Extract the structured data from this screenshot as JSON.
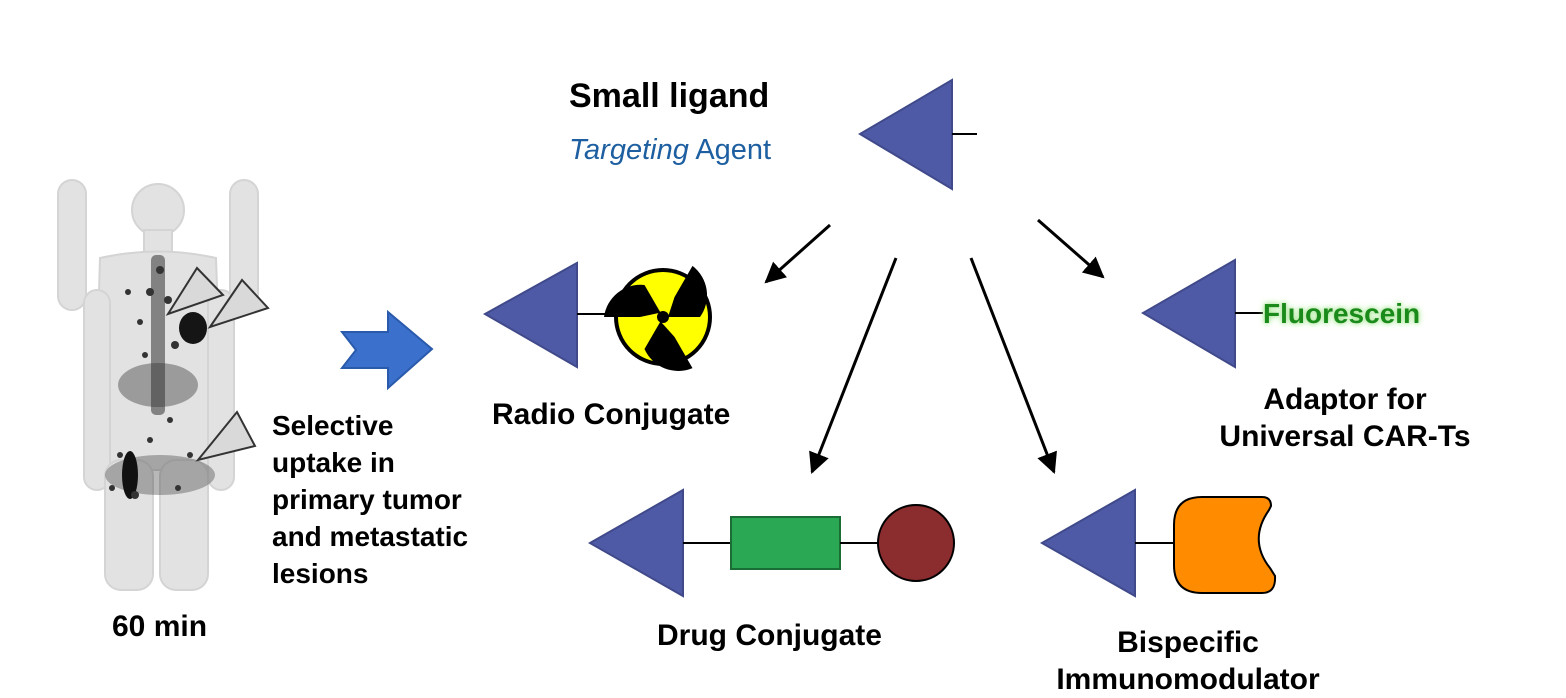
{
  "title": "Small ligand",
  "subtitle": {
    "italic": "Targeting",
    "rest": "Agent"
  },
  "conjugates": {
    "radio": "Radio Conjugate",
    "drug": "Drug Conjugate",
    "bispecific": [
      "Bispecific",
      "Immunomodulator"
    ],
    "adaptor": [
      "Adaptor for",
      "Universal CAR-Ts"
    ],
    "fluorescein": "Fluorescein"
  },
  "pet_scan": {
    "caption": [
      "Selective",
      "uptake in",
      "primary tumor",
      "and metastatic",
      "lesions"
    ],
    "time": "60 min"
  },
  "colors": {
    "ligand": "#4f5aa6",
    "radiation_yellow": "#ffff00",
    "drug_linker": "#2aa853",
    "drug_payload": "#8b2c2e",
    "immunomodulator": "#ff8c00",
    "fluorescein": "#1a8a1a",
    "block_arrow": "#3b70cc",
    "subtitle_blue": "#1d5fa0"
  },
  "icons": [
    "radiation-icon",
    "block-arrow-icon",
    "pointer-arrowhead-icon"
  ]
}
